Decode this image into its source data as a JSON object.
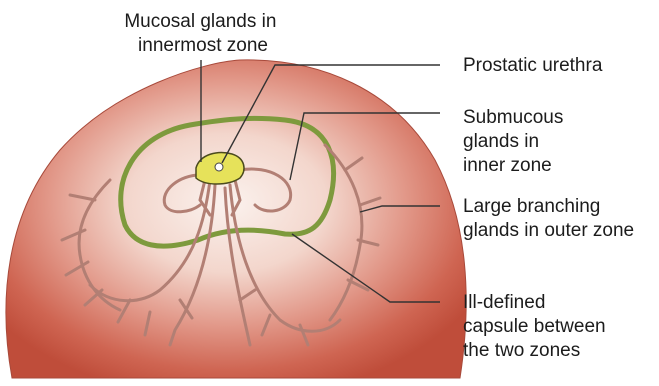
{
  "labels": {
    "mucosal_glands": [
      "Mucosal glands in",
      "innermost zone"
    ],
    "prostatic_urethra": [
      "Prostatic urethra"
    ],
    "submucous_glands": [
      "Submucous",
      "glands in",
      "inner zone"
    ],
    "large_branching_glands": [
      "Large branching",
      "glands in outer zone"
    ],
    "capsule": [
      "Ill-defined",
      "capsule between",
      "the two zones"
    ]
  },
  "colors": {
    "outer_zone": "#c9584a",
    "outer_zone_light": "#f6e4de",
    "capsule_line": "#7e9a3d",
    "urethra_fill": "#e6e25a",
    "gland_duct": "#b27f74",
    "leader_line": "#333333"
  }
}
